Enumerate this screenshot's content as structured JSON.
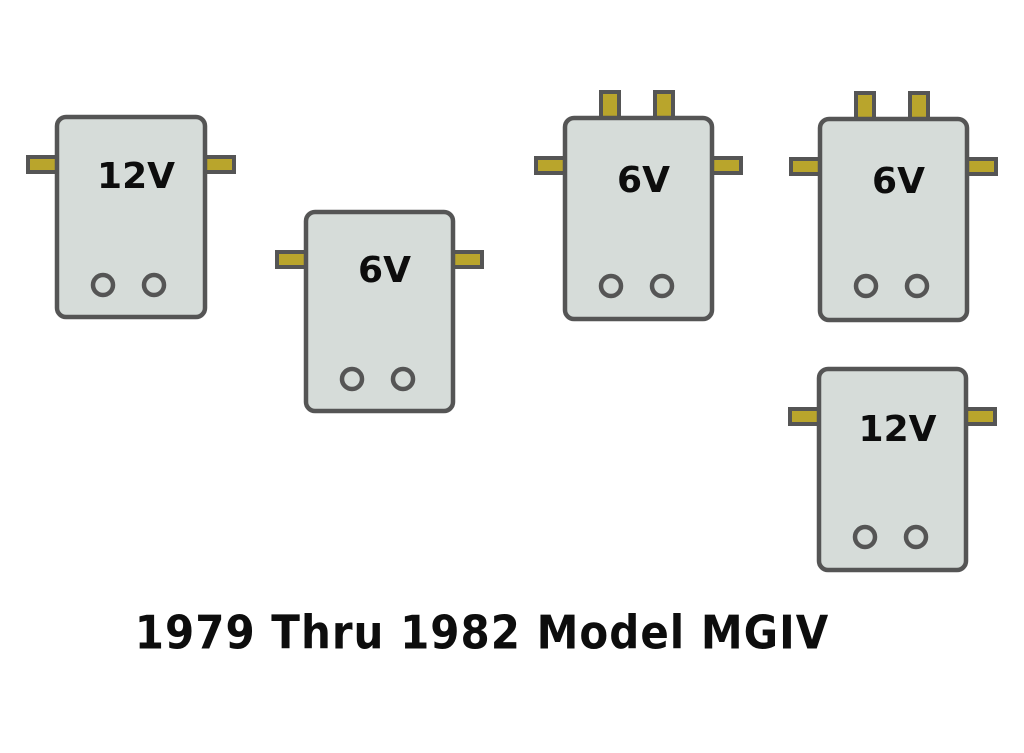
{
  "caption": "1979 Thru 1982 Model MGIV",
  "colors": {
    "module_fill": "#d6dcd9",
    "outline": "#555555",
    "terminal": "#b9a52c",
    "text": "#0d0d0d"
  },
  "modules": [
    {
      "voltage": "12V",
      "side_terminals": 2,
      "top_terminals": 0,
      "mount_holes": 2
    },
    {
      "voltage": "6V",
      "side_terminals": 2,
      "top_terminals": 0,
      "mount_holes": 2
    },
    {
      "voltage": "6V",
      "side_terminals": 2,
      "top_terminals": 2,
      "mount_holes": 2
    },
    {
      "voltage": "6V",
      "side_terminals": 2,
      "top_terminals": 2,
      "mount_holes": 2
    },
    {
      "voltage": "12V",
      "side_terminals": 2,
      "top_terminals": 0,
      "mount_holes": 2
    }
  ]
}
